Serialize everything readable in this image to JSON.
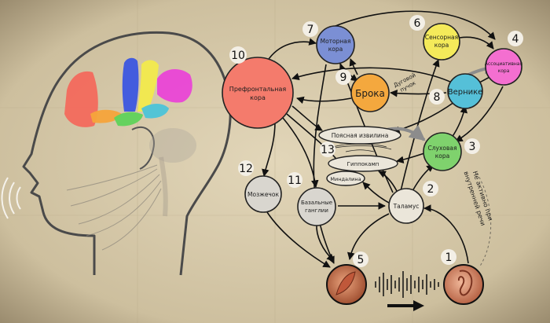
{
  "nodes": {
    "n1": {
      "number": "1"
    },
    "n2": {
      "number": "2",
      "label": "Таламус"
    },
    "n3": {
      "number": "3",
      "label_1": "Слуховая",
      "label_2": "кора",
      "color": "#7fd26d"
    },
    "n4": {
      "number": "4",
      "label_1": "Ассоциативная",
      "label_2": "кора",
      "color": "#f46fd0"
    },
    "n5": {
      "number": "5"
    },
    "n6": {
      "number": "6",
      "label_1": "Сенсорная",
      "label_2": "кора",
      "color": "#f4ea5a"
    },
    "n7": {
      "number": "7",
      "label_1": "Моторная",
      "label_2": "кора",
      "color": "#7b8fd4"
    },
    "n8": {
      "number": "8",
      "label": "Вернике",
      "color": "#55c0d8"
    },
    "n9": {
      "number": "9",
      "label": "Брока",
      "color": "#f4a83e"
    },
    "n10": {
      "number": "10",
      "label_1": "Префронтальная",
      "label_2": "кора",
      "color": "#f47b6c"
    },
    "n11": {
      "number": "11",
      "label_1": "Базальные",
      "label_2": "ганглии"
    },
    "n12": {
      "number": "12",
      "label": "Мозжечок"
    },
    "n13": {
      "number": "13",
      "label_cingulate": "Поясная извилина",
      "label_hippocampus": "Гиппокамп",
      "label_amygdala": "Миндалина"
    }
  },
  "annotations": {
    "arcuate_1": "Дуговой",
    "arcuate_2": "пучок",
    "inner_speech_1": "Не активно при",
    "inner_speech_2": "внутренней речи"
  },
  "colors": {
    "paper": "#cbbd9c",
    "neutral_node": "#d9d6cf",
    "brain_red": "#f4675a",
    "brain_orange": "#f6a43a",
    "brain_blue": "#3b56e0",
    "brain_yellow": "#f2ea4c",
    "brain_magenta": "#ea45d6",
    "brain_green": "#5fd35a",
    "brain_cyan": "#4cc3d8"
  }
}
